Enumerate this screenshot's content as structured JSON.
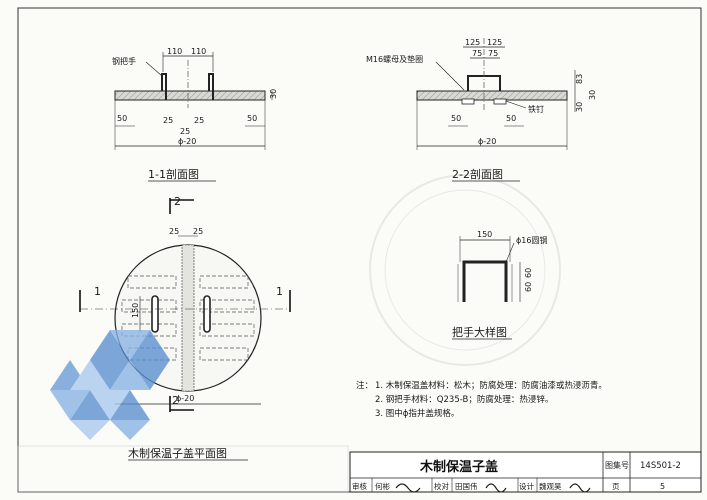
{
  "section_1_1": {
    "title": "1-1剖面图",
    "label_handle": "钢把手",
    "dim_110_left": "110",
    "dim_110_right": "110",
    "dim_30": "30",
    "dim_50_left": "50",
    "dim_50_right": "50",
    "dim_25_a": "25",
    "dim_25_b": "25",
    "dim_25_c": "25",
    "dim_diameter": "ϕ-20"
  },
  "section_2_2": {
    "title": "2-2剖面图",
    "label_bolt": "M16螺母及垫圈",
    "label_nail": "铁钉",
    "dim_125_left": "125",
    "dim_125_right": "125",
    "dim_75_left": "75",
    "dim_75_right": "75",
    "dim_83": "83",
    "dim_30_top": "30",
    "dim_30_side": "30",
    "dim_50_left": "50",
    "dim_50_right": "50",
    "dim_diameter": "ϕ-20"
  },
  "plan_view": {
    "title": "木制保温子盖平面图",
    "section_marker_2_top": "2",
    "section_marker_2_bottom": "2",
    "section_marker_1_left": "1",
    "section_marker_1_right": "1",
    "dim_25_left": "25",
    "dim_25_right": "25",
    "dim_150": "150",
    "dim_diameter": "ϕ-20"
  },
  "handle_detail": {
    "title": "把手大样图",
    "dim_150": "150",
    "label_rod": "ϕ16圆钢",
    "dim_60_a": "60",
    "dim_60_b": "60"
  },
  "notes": {
    "heading": "注：",
    "items": [
      "1. 木制保温盖材料：松木；防腐处理：防腐油漆或热浸沥青。",
      "2. 钢把手材料：Q235-B；防腐处理：热浸锌。",
      "3. 图中ϕ指井盖规格。"
    ]
  },
  "title_block": {
    "drawing_title": "木制保温子盖",
    "atlas_no_label": "图集号",
    "atlas_no": "14S501-2",
    "review_label": "审核",
    "review_name": "何彬",
    "check_label": "校对",
    "check_name": "田国伟",
    "design_label": "设计",
    "design_name": "魏观昊",
    "page_label": "页",
    "page_no": "5"
  }
}
